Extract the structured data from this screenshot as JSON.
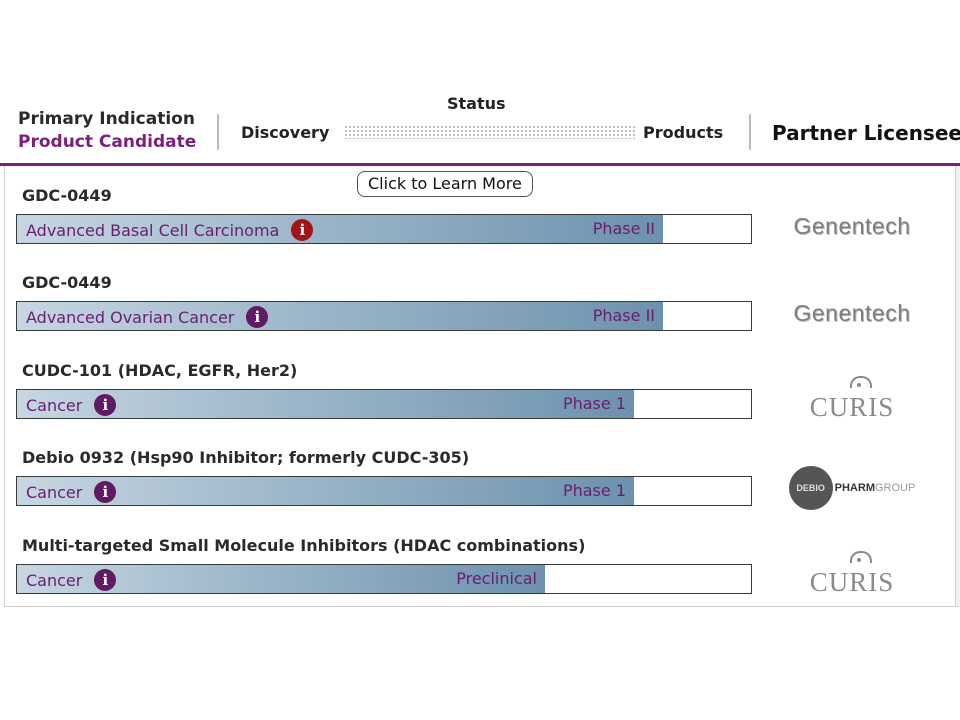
{
  "header": {
    "primary_indication": "Primary Indication",
    "product_candidate": "Product Candidate",
    "status": "Status",
    "discovery": "Discovery",
    "products": "Products",
    "partner_licensee": "Partner Licensee"
  },
  "tooltip": {
    "text": "Click to Learn More"
  },
  "colors": {
    "accent_purple": "#7a1f7e",
    "label_purple": "#6b1d6f",
    "active_info": "#a0141a",
    "bar_dark": "#6d92ae"
  },
  "pipeline": [
    {
      "name": "GDC-0449",
      "indication": "Advanced Basal Cell Carcinoma",
      "phase": "Phase II",
      "progress_pct": 88,
      "partner": "Genentech",
      "partner_logo": "genentech-logo",
      "info_active": true
    },
    {
      "name": "GDC-0449",
      "indication": "Advanced Ovarian Cancer",
      "phase": "Phase II",
      "progress_pct": 88,
      "partner": "Genentech",
      "partner_logo": "genentech-logo",
      "info_active": false
    },
    {
      "name": "CUDC-101 (HDAC, EGFR, Her2)",
      "indication": "Cancer",
      "phase": "Phase 1",
      "progress_pct": 84,
      "partner": "CURIS",
      "partner_logo": "curis-logo",
      "info_active": false
    },
    {
      "name": "Debio 0932 (Hsp90 Inhibitor; formerly CUDC-305)",
      "indication": "Cancer",
      "phase": "Phase 1",
      "progress_pct": 84,
      "partner": "DEBIOPHARM GROUP",
      "partner_logo": "debiopharm-logo",
      "info_active": false
    },
    {
      "name": "Multi-targeted Small Molecule Inhibitors (HDAC combinations)",
      "indication": "Cancer",
      "phase": "Preclinical",
      "progress_pct": 72,
      "partner": "CURIS",
      "partner_logo": "curis-logo",
      "info_active": false
    }
  ]
}
